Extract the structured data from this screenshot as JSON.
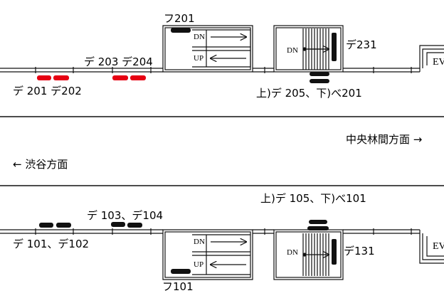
{
  "colors": {
    "line": "#111111",
    "red_marker": "#e60012",
    "black_marker": "#111111"
  },
  "upper_floor": {
    "label_fu201": "フ201",
    "label_de203_204": "デ 203 デ204",
    "label_de201_202": "デ 201 デ202",
    "label_de231": "デ231",
    "label_upper_down": "上)デ 205、下)べ201",
    "stair_down_left": "DN",
    "stair_up_left": "UP",
    "stair_down_right": "DN",
    "ev": "EV"
  },
  "direction": {
    "right": "中央林間方面 →",
    "left": "← 渋谷方面"
  },
  "lower_floor": {
    "label_de103_104": "デ 103、デ104",
    "label_de101_102": "デ 101、デ102",
    "label_upper_down": "上)デ 105、下)べ101",
    "label_de131": "デ131",
    "label_fu101": "フ101",
    "stair_down_left": "DN",
    "stair_up_left": "UP",
    "stair_down_right": "DN",
    "ev": "EV"
  }
}
